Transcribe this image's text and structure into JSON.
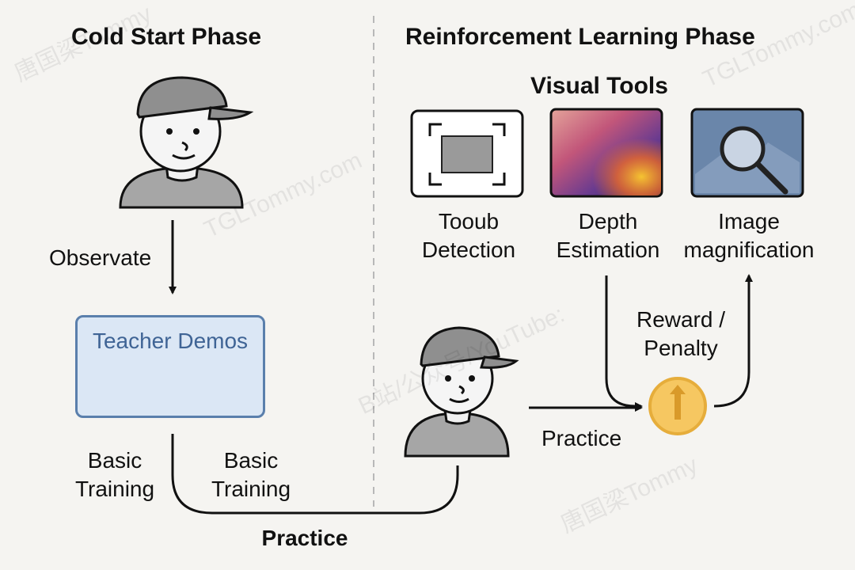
{
  "left_phase": {
    "title": "Cold Start Phase",
    "observe_label": "Observate",
    "teacher_box": {
      "title": "Teacher Demos",
      "icons": [
        "monitor-icon",
        "graduation-cap-icon",
        "book-icon"
      ]
    },
    "basic_training_1": [
      "Basic",
      "Training"
    ],
    "basic_training_2": [
      "Basic",
      "Training"
    ]
  },
  "right_phase": {
    "title": "Reinforcement Learning Phase",
    "tools_title": "Visual Tools",
    "tools": [
      {
        "icon": "detection-frame-icon",
        "line1": "Tooub",
        "line2": "Detection"
      },
      {
        "icon": "depth-map-icon",
        "line1": "Depth",
        "line2": "Estimation"
      },
      {
        "icon": "magnifier-icon",
        "line1": "Image",
        "line2": "magnification"
      }
    ],
    "reward_label": [
      "Reward /",
      "Penalty"
    ],
    "practice_label": "Practice",
    "reward_node_icon": "up-arrow-icon"
  },
  "bottom_practice_label": "Practice",
  "watermark_lines": [
    "B站/公众号/YouTube:",
    "唐国梁Tommy",
    "TGLTommy.com"
  ],
  "colors": {
    "teacher_box_fill": "#dbe7f5",
    "teacher_box_border": "#5a7fac",
    "reward_node_fill": "#f6c761",
    "person_shirt": "#a6a6a6",
    "person_cap": "#8f8f8f"
  }
}
